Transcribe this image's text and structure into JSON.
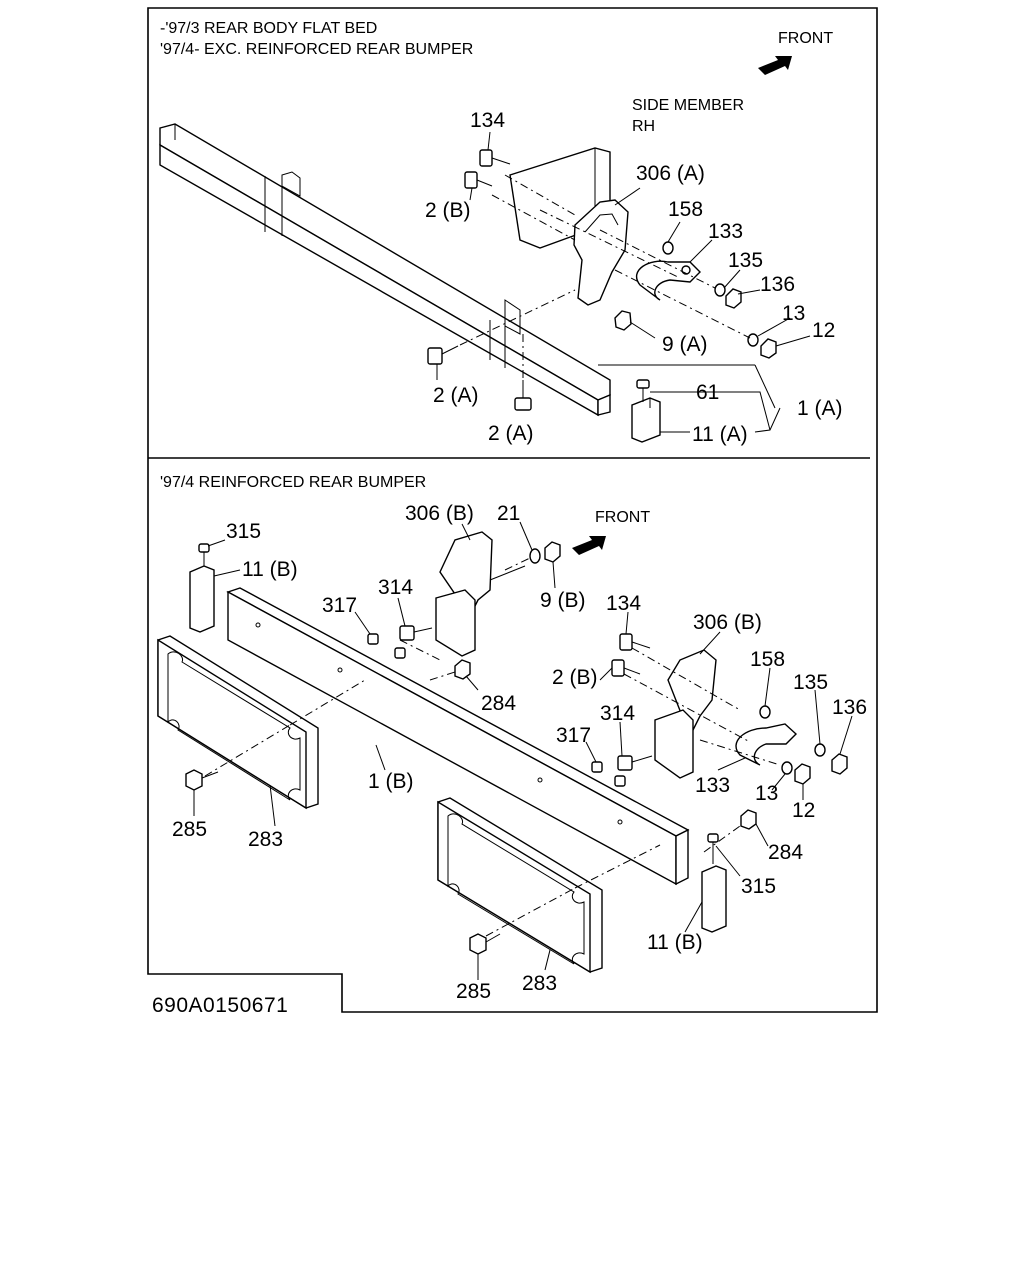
{
  "panel_top": {
    "header_line1": "-'97/3  REAR BODY FLAT BED",
    "header_line2": "'97/4-  EXC. REINFORCED REAR BUMPER",
    "front_label": "FRONT",
    "side_member_line1": "SIDE MEMBER",
    "side_member_line2": "RH",
    "callouts": [
      "134",
      "2 (B)",
      "306 (A)",
      "158",
      "133",
      "135",
      "136",
      "13",
      "12",
      "9 (A)",
      "61",
      "1 (A)",
      "11 (A)",
      "2 (A)",
      "2 (A)"
    ]
  },
  "panel_bottom": {
    "header": "'97/4  REINFORCED REAR BUMPER",
    "front_label": "FRONT",
    "callouts": [
      "315",
      "11 (B)",
      "306 (B)",
      "21",
      "9 (B)",
      "314",
      "317",
      "284",
      "1 (B)",
      "285",
      "283",
      "134",
      "306 (B)",
      "2 (B)",
      "158",
      "135",
      "136",
      "314",
      "317",
      "133",
      "13",
      "12",
      "284",
      "315",
      "11 (B)",
      "285",
      "283"
    ]
  },
  "figure_code": "690A0150671",
  "icons": [
    "front-arrow-icon"
  ]
}
